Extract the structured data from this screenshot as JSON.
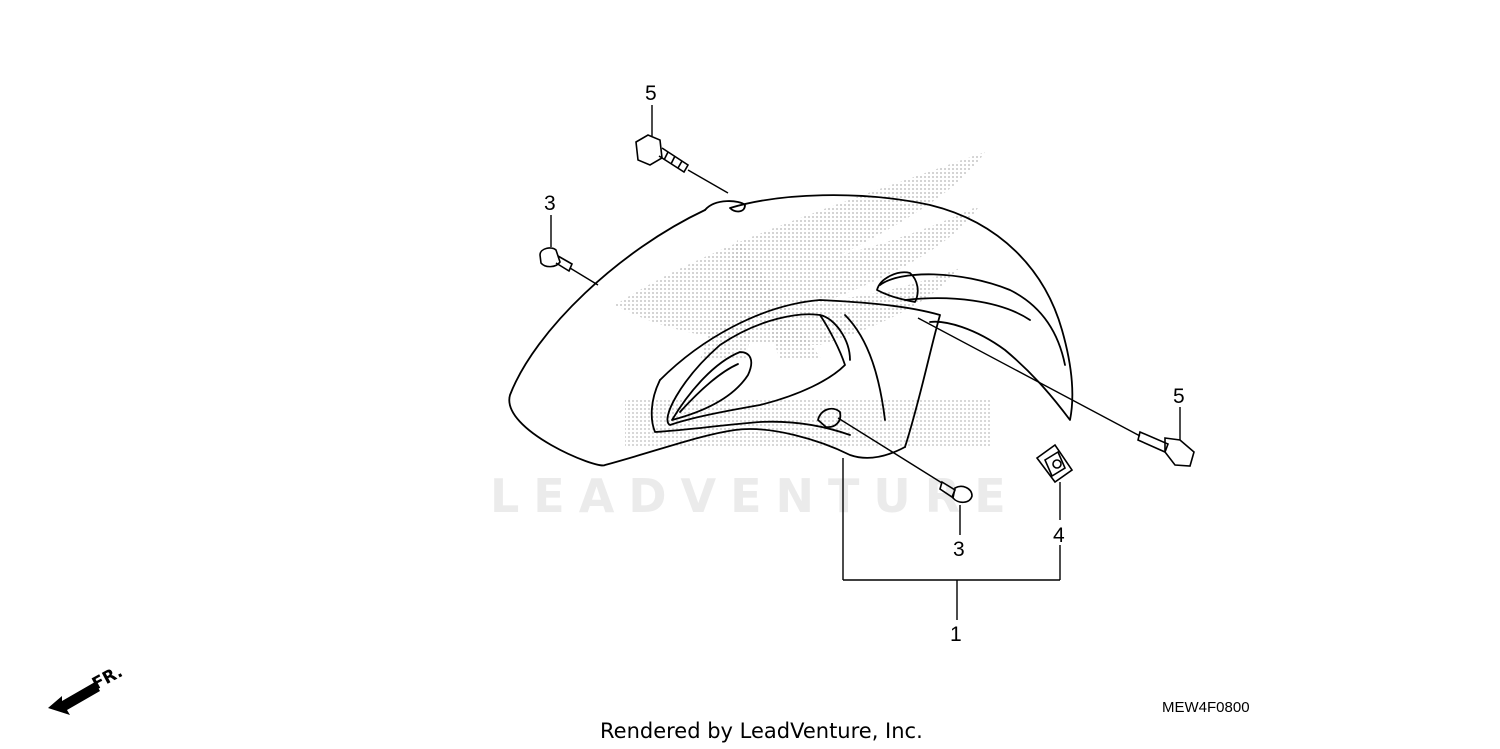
{
  "diagram": {
    "callouts": {
      "bolt_top": "5",
      "bolt_right": "5",
      "screw_left": "3",
      "screw_center": "3",
      "clip_nut": "4",
      "fender_assembly": "1"
    },
    "watermark": "LEADVENTURE",
    "direction_label": "FR.",
    "diagram_code": "MEW4F0800",
    "footer_credit": "Rendered by LeadVenture, Inc."
  }
}
